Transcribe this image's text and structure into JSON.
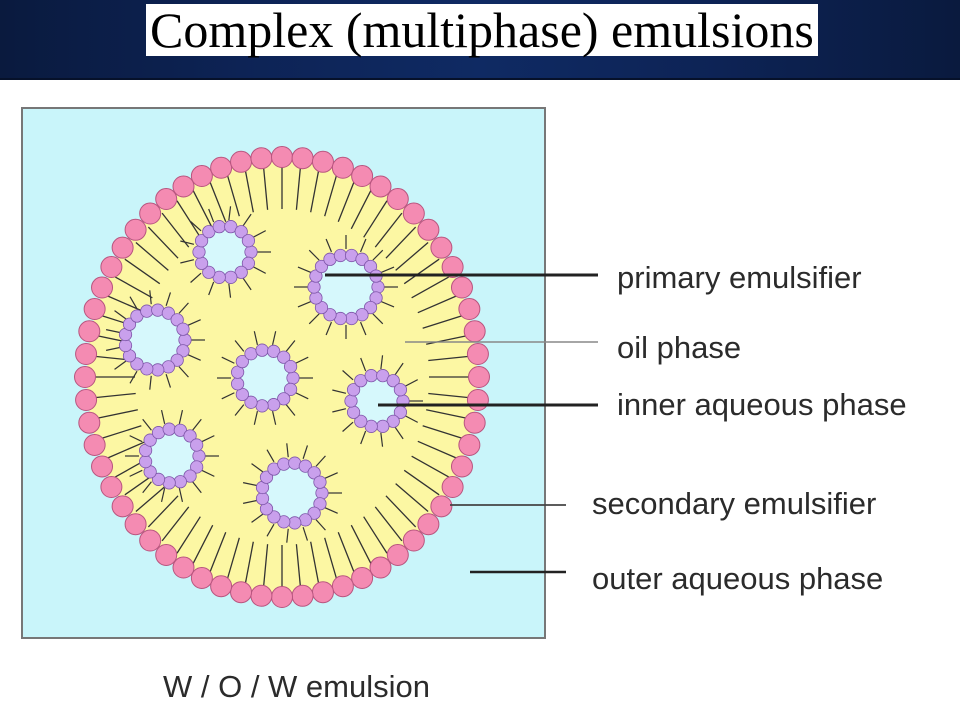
{
  "title": "Complex (multiphase) emulsions",
  "caption": "W / O / W emulsion",
  "labels": [
    {
      "id": "primary-emulsifier",
      "text": "primary emulsifier"
    },
    {
      "id": "oil-phase",
      "text": "oil phase"
    },
    {
      "id": "inner-aqueous-phase",
      "text": "inner aqueous phase"
    },
    {
      "id": "secondary-emulsifier",
      "text": "secondary emulsifier"
    },
    {
      "id": "outer-aqueous-phase",
      "text": "outer aqueous phase"
    }
  ],
  "colors": {
    "outer_aqueous": "#c9f5fa",
    "oil": "#fcf7a3",
    "secondary_emulsifier": "#f48bb2",
    "primary_emulsifier": "#c9a0ec",
    "inner_aqueous": "#d6f8fc"
  }
}
